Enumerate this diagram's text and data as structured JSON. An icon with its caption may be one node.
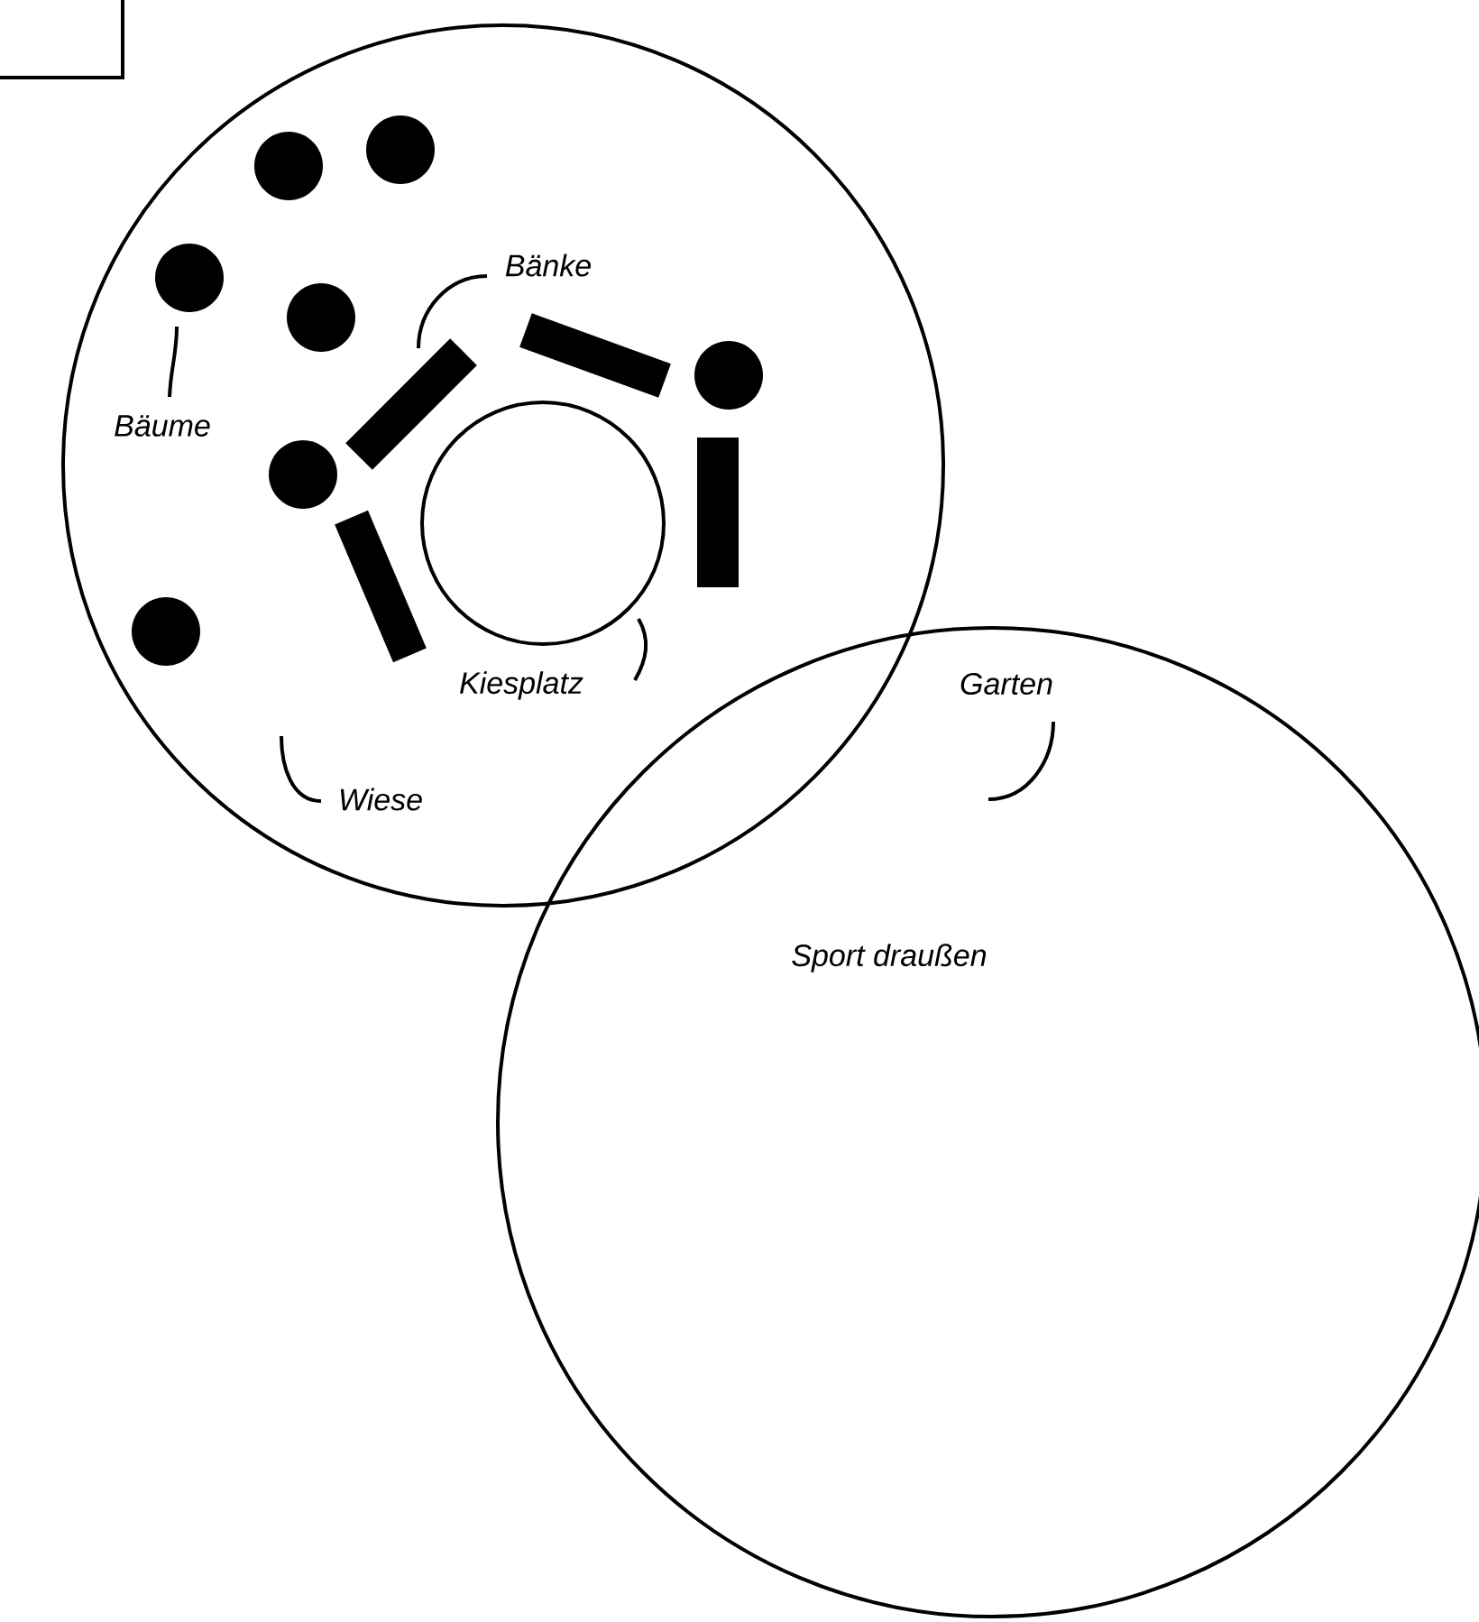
{
  "diagram": {
    "nodes": [
      {
        "text": [],
        "shape": "circle"
      },
      {
        "text": [
          "Sport draußen"
        ]
      },
      {
        "text": [],
        "shape": "circle",
        "in": 0
      },
      {
        "text": [],
        "shape": "circle",
        "in": 0
      },
      {
        "text": [],
        "shape": "circle",
        "in": 0
      },
      {
        "text": [],
        "shape": "circle",
        "in": 0
      },
      {
        "text": [],
        "shape": "circle",
        "in": 0
      },
      {
        "text": [],
        "shape": "circle",
        "in": 0
      },
      {
        "text": [],
        "shape": "circle",
        "in": 0
      },
      {
        "text": [],
        "shape": "bar",
        "in": 0
      },
      {
        "text": [],
        "shape": "bar",
        "in": 0
      },
      {
        "text": [],
        "shape": "bar",
        "in": 0
      },
      {
        "text": [],
        "shape": "bar",
        "in": 0
      },
      {
        "text": [],
        "shape": "circle",
        "in": 0
      },
      {
        "text": [
          "Bänke"
        ],
        "in": 0
      },
      {
        "text": [
          "Bäume"
        ],
        "in": 0
      },
      {
        "text": [
          "Kiesplatz"
        ],
        "in": 0
      },
      {
        "text": [
          "Garten"
        ],
        "in": 1
      },
      {
        "text": [
          "Wiese"
        ],
        "in": 0
      }
    ],
    "edges": [
      {
        "from": 15,
        "to": 4,
        "arrow": "none"
      },
      {
        "from": 14,
        "to": 10,
        "arrow": "none"
      },
      {
        "from": 16,
        "to": 13,
        "arrow": "none"
      },
      {
        "from": 18,
        "to": null,
        "arrow": "none"
      },
      {
        "from": 17,
        "to": null,
        "arrow": "none"
      }
    ]
  }
}
